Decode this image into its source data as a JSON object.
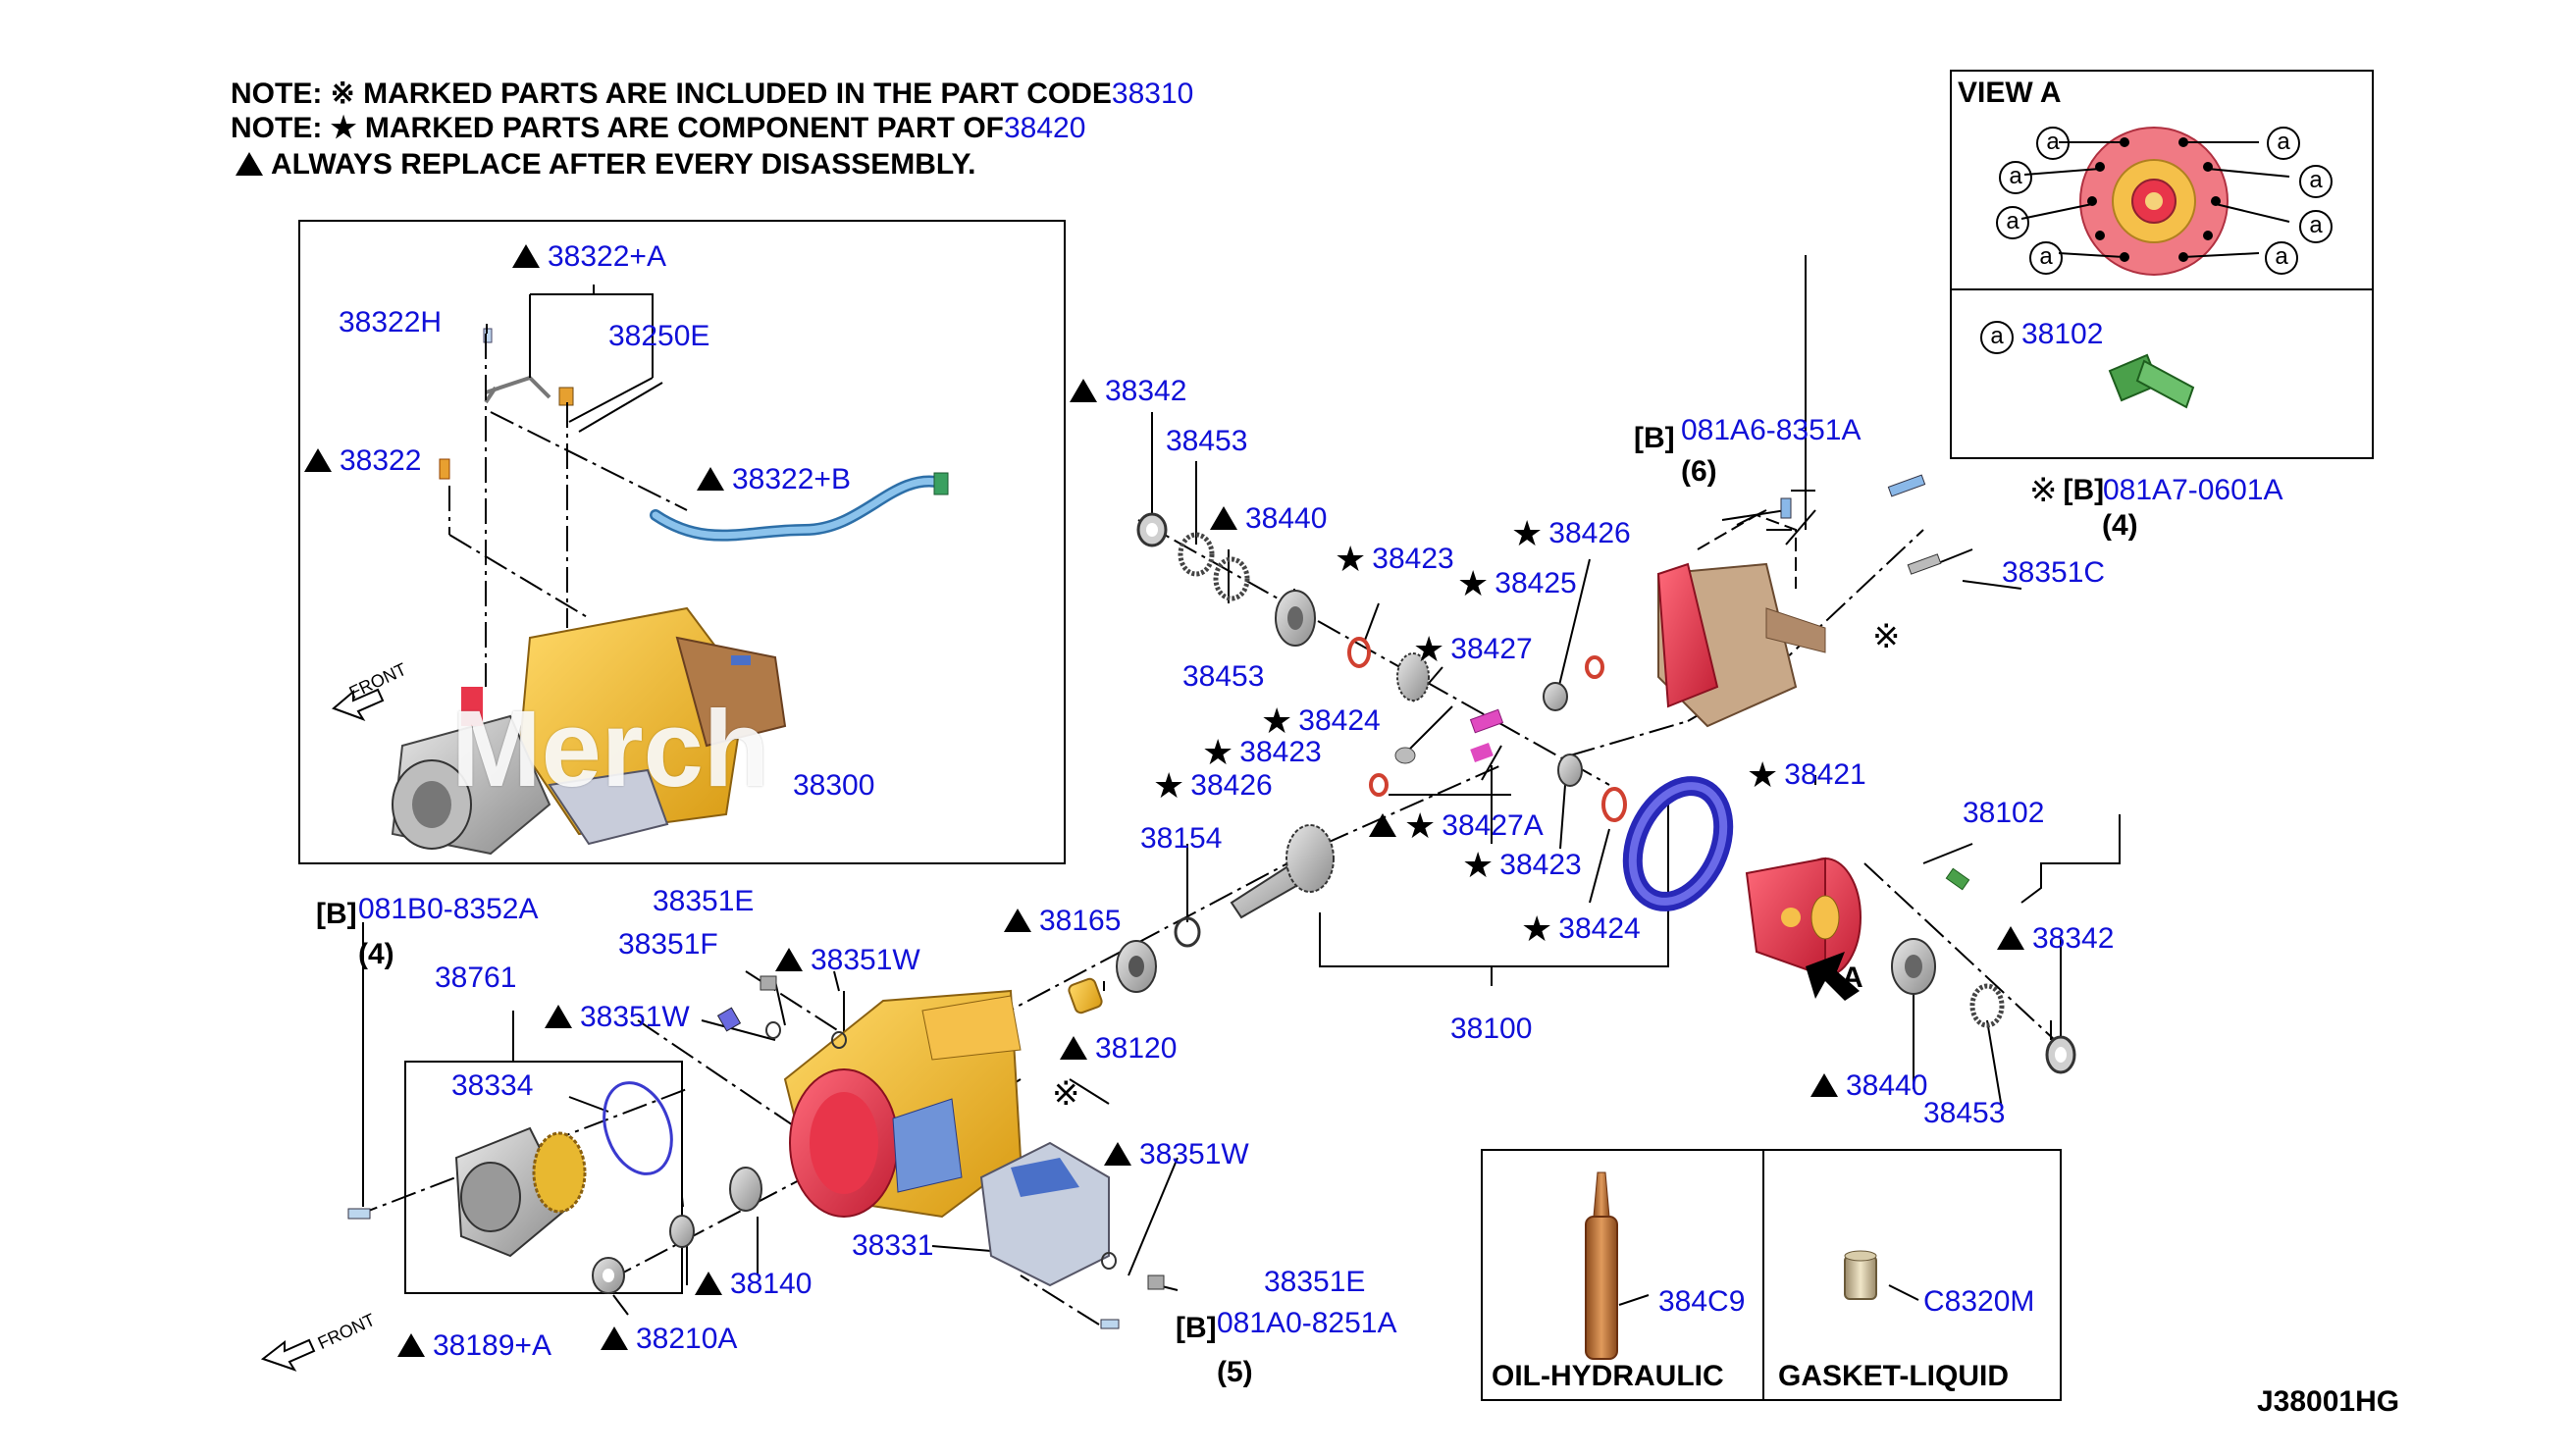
{
  "notes": {
    "line1_text": "NOTE: ※ MARKED PARTS ARE INCLUDED IN THE PART CODE",
    "line1_code": "38310",
    "line2_text": "NOTE: ★ MARKED PARTS ARE COMPONENT PART OF",
    "line2_code": "38420",
    "line3_text": "ALWAYS REPLACE AFTER EVERY DISASSEMBLY."
  },
  "view_a": {
    "title": "VIEW A",
    "ref_letter": "a",
    "ref_part": "38102"
  },
  "parts": {
    "p38322A": "38322+A",
    "p38322H": "38322H",
    "p38250E": "38250E",
    "p38322": "38322",
    "p38322B": "38322+B",
    "p38300": "38300",
    "p38342a": "38342",
    "p38453a": "38453",
    "p38440a": "38440",
    "p38423a": "38423",
    "p38426a": "38426",
    "p38425": "38425",
    "p38453b": "38453",
    "p38427": "38427",
    "p38424a": "38424",
    "p38423b": "38423",
    "p38426b": "38426",
    "p38427A": "38427A",
    "p38423c": "38423",
    "p38424b": "38424",
    "p38421": "38421",
    "p38102": "38102",
    "p38342b": "38342",
    "p38440b": "38440",
    "p38453c": "38453",
    "p38154": "38154",
    "p38100": "38100",
    "p38165": "38165",
    "p38120": "38120",
    "p081A6": "081A6-8351A",
    "p081A7": "081A7-0601A",
    "p38351C": "38351C",
    "p081B0": "081B0-8352A",
    "p38351E_a": "38351E",
    "p38351F": "38351F",
    "p38351W_a": "38351W",
    "p38351W_b": "38351W",
    "p38761": "38761",
    "p38334": "38334",
    "p38140": "38140",
    "p38210A": "38210A",
    "p38189A": "38189+A",
    "p38331": "38331",
    "p38351W_c": "38351W",
    "p38351E_b": "38351E",
    "p081A0": "081A0-8251A",
    "p384C9": "384C9",
    "pC8320M": "C8320M"
  },
  "qty": {
    "q6": "(6)",
    "q4a": "(4)",
    "q4b": "(4)",
    "q5": "(5)"
  },
  "bracket_b": "[B]",
  "view_pointer": "A",
  "front_label": "FRONT",
  "fluids": {
    "oil": "OIL-HYDRAULIC",
    "gasket": "GASKET-LIQUID"
  },
  "watermark": "Merch",
  "diagram_code": "J38001HG",
  "colors": {
    "part_number": "#1010d8",
    "housing_yellow": "#f2b722",
    "housing_red": "#e8354a",
    "ring_gear_blue": "#3c3ccf",
    "hose_blue": "#6aa7d8",
    "bolt_green": "#4aa04a",
    "oil_bottle": "#c8743a"
  }
}
